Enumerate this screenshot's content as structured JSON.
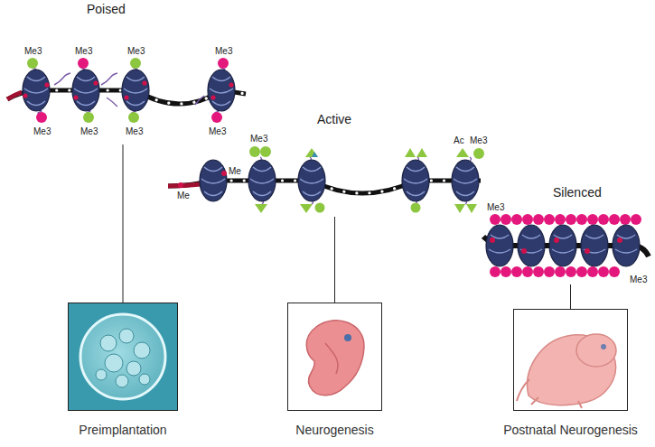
{
  "diagram": {
    "nodes": [
      {
        "text": [
          "Poised"
        ]
      },
      {
        "text": [
          "Active"
        ]
      },
      {
        "text": [
          "Silenced"
        ]
      },
      {
        "text": [
          "Preimplantation"
        ]
      },
      {
        "text": [
          "Neurogenesis"
        ]
      },
      {
        "text": [
          "Postnatal Neurogenesis"
        ]
      }
    ],
    "edges": [
      {
        "from": 0,
        "to": 3,
        "arrow": "none"
      },
      {
        "from": 1,
        "to": 4,
        "arrow": "none"
      },
      {
        "from": 2,
        "to": 5,
        "arrow": "none"
      }
    ],
    "labels": [
      "Me3",
      "Me3",
      "Me3",
      "Me3",
      "Me3",
      "Me3",
      "Me3",
      "Me3",
      "Me3",
      "Me",
      "Me",
      "Ac",
      "Me3",
      "Me3",
      "Me3"
    ]
  }
}
